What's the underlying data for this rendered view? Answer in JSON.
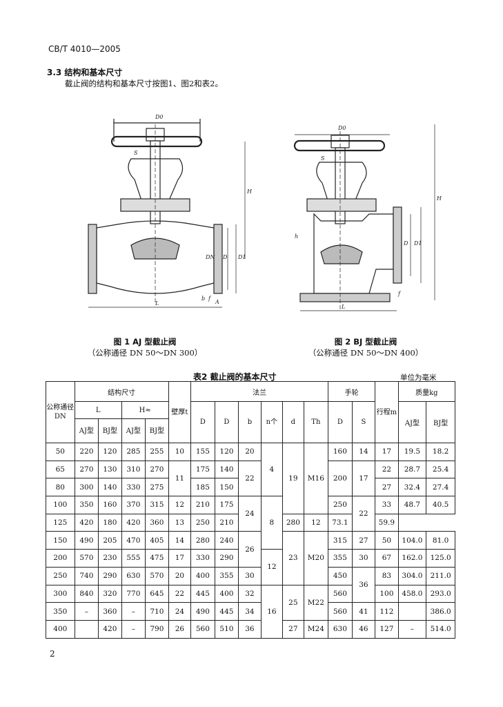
{
  "header": {
    "standard": "CB/T 4010—2005"
  },
  "section": {
    "title": "3.3  结构和基本尺寸",
    "intro": "截止阀的结构和基本尺寸按图1、图2和表2。"
  },
  "figures": {
    "fig1": {
      "caption": "图 1  AJ 型截止阀",
      "subcaption": "（公称通径 DN 50～DN 300）",
      "labels": [
        "D0",
        "S",
        "H",
        "DN",
        "D",
        "D1",
        "L",
        "b",
        "f",
        "A"
      ]
    },
    "fig2": {
      "caption": "图 2  BJ 型截止阀",
      "subcaption": "（公称通径 DN 50～DN 400）",
      "labels": [
        "D0",
        "S",
        "H",
        "h",
        "D",
        "D1",
        "L",
        "f"
      ]
    }
  },
  "table": {
    "title": "表2  截止阀的基本尺寸",
    "unit": "单位为毫米",
    "headers": {
      "dn": "公称通径DN",
      "struct": "结构尺寸",
      "L": "L",
      "H": "H≈",
      "aj": "AJ型",
      "bj": "BJ型",
      "wall": "壁厚t",
      "flange": "法兰",
      "fD": "D",
      "fD1": "D",
      "fb": "b",
      "fn": "n个",
      "fd": "d",
      "fth": "Th",
      "handwheel": "手轮",
      "hwD": "D",
      "hwS": "S",
      "stroke": "行程m",
      "mass": "质量kg",
      "massAJ": "AJ型",
      "massBJ": "BJ型"
    },
    "dn": [
      "50",
      "65",
      "80",
      "100",
      "125",
      "150",
      "200",
      "250",
      "300",
      "350",
      "400"
    ],
    "L_aj": [
      "220",
      "270",
      "300",
      "350",
      "420",
      "490",
      "570",
      "740",
      "840",
      "–",
      ""
    ],
    "L_bj": [
      "120",
      "130",
      "140",
      "160",
      "180",
      "205",
      "230",
      "290",
      "320",
      "360",
      "420"
    ],
    "H_aj": [
      "285",
      "310",
      "330",
      "370",
      "420",
      "470",
      "555",
      "630",
      "770",
      "–",
      "–"
    ],
    "H_bj": [
      "255",
      "270",
      "275",
      "315",
      "360",
      "405",
      "475",
      "570",
      "645",
      "710",
      "790"
    ],
    "wall": {
      "r50": "10",
      "r65_80": "11",
      "r100": "12",
      "r125": "13",
      "r150": "14",
      "r200": "17",
      "r250": "20",
      "r300": "22",
      "r350": "24",
      "r400": "26"
    },
    "flD": [
      "155",
      "175",
      "185",
      "210",
      "250",
      "280",
      "330",
      "400",
      "445",
      "490",
      "560"
    ],
    "flD1": [
      "120",
      "140",
      "150",
      "175",
      "210",
      "240",
      "290",
      "355",
      "400",
      "445",
      "510"
    ],
    "flB": {
      "r50": "20",
      "r65_80": "22",
      "r100_125": "24",
      "r150_200": "26",
      "r250": "30",
      "r300": "32",
      "r350": "34",
      "r400": "36"
    },
    "flN": {
      "r50_80": "4",
      "r100_150": "8",
      "r200_250": "12",
      "r300_400": "16"
    },
    "flDh": {
      "r50_125": "19",
      "r150_250": "23",
      "r300_350": "25",
      "r400": "27"
    },
    "flTh": {
      "r50_125": "M16",
      "r150_250": "M20",
      "r300_350": "M22",
      "r400": "M24"
    },
    "hwD": {
      "r50": "160",
      "r65_80": "200",
      "r100": "250",
      "r125": "280",
      "r150": "315",
      "r200": "355",
      "r250": "450",
      "r300": "560",
      "r350": "560",
      "r400": "630"
    },
    "hwS": {
      "r50": "14",
      "r65_80": "17",
      "r100_125": "22",
      "r150": "27",
      "r200": "30",
      "r250_300": "36",
      "r350": "41",
      "r400": "46"
    },
    "stroke": [
      "17",
      "22",
      "27",
      "33",
      "12",
      "50",
      "67",
      "83",
      "100",
      "112",
      "127"
    ],
    "massAJ": [
      "19.5",
      "28.7",
      "32.4",
      "48.7",
      "73.1",
      "104.0",
      "162.0",
      "304.0",
      "458.0",
      "",
      "–"
    ],
    "massBJ": [
      "18.2",
      "25.4",
      "27.4",
      "40.5",
      "59.9",
      "81.0",
      "125.0",
      "211.0",
      "293.0",
      "386.0",
      "514.0"
    ]
  },
  "footer": {
    "page": "2"
  }
}
